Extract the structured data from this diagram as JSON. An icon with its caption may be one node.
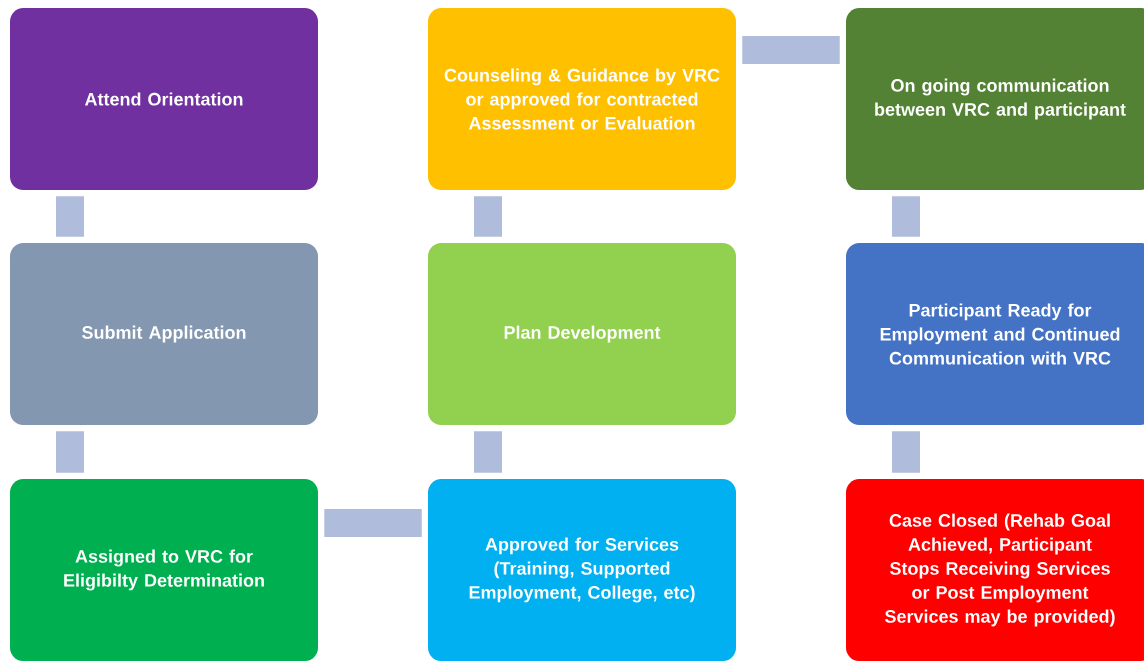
{
  "diagram": {
    "nodes": [
      {
        "text": [
          "Attend Orientation"
        ]
      },
      {
        "text": [
          "Counseling & Guidance by VRC or approved for contracted Assessment or Evaluation"
        ]
      },
      {
        "text": [
          "On going communication between VRC and participant"
        ]
      },
      {
        "text": [
          "Submit Application"
        ]
      },
      {
        "text": [
          "Plan Development"
        ]
      },
      {
        "text": [
          "Participant Ready for Employment and Continued Communication with VRC"
        ]
      },
      {
        "text": [
          "Assigned to VRC for Eligibilty Determination"
        ]
      },
      {
        "text": [
          "Approved for Services (Training, Supported Employment, College, etc)"
        ]
      },
      {
        "text": [
          "Case Closed (Rehab Goal Achieved, Participant Stops Receiving Services or Post Employment Services may be provided)"
        ]
      }
    ],
    "edges": [
      {
        "from": 0,
        "to": 3,
        "arrow": "none"
      },
      {
        "from": 3,
        "to": 6,
        "arrow": "none"
      },
      {
        "from": 6,
        "to": 7,
        "arrow": "none"
      },
      {
        "from": 7,
        "to": 4,
        "arrow": "none"
      },
      {
        "from": 4,
        "to": 1,
        "arrow": "none"
      },
      {
        "from": 1,
        "to": 2,
        "arrow": "none"
      },
      {
        "from": 2,
        "to": 5,
        "arrow": "none"
      },
      {
        "from": 5,
        "to": 8,
        "arrow": "none"
      }
    ]
  }
}
